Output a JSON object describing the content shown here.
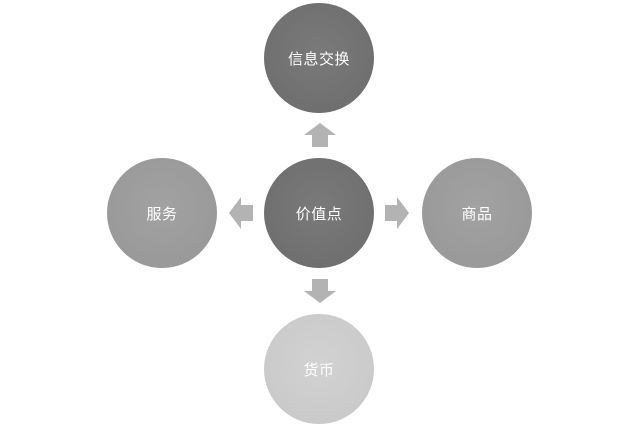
{
  "diagram": {
    "nodes": {
      "top": "信息交换",
      "center": "价值点",
      "left": "服务",
      "right": "商品",
      "bottom": "货币"
    },
    "colors": {
      "dark_node": "#6f6f6f",
      "mid_node": "#9b9b9b",
      "light_node": "#cbcbcb",
      "arrow": "#b3b3b3",
      "label": "#ffffff"
    }
  }
}
